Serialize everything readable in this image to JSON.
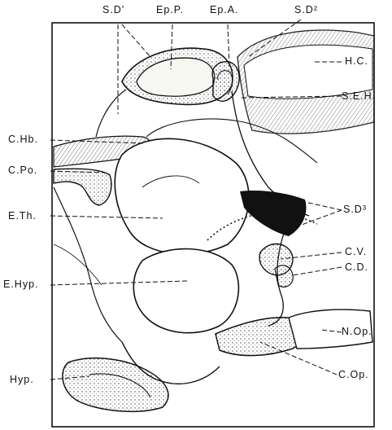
{
  "labels": {
    "sd1": "S.D'",
    "epp": "Ep.P.",
    "epa": "Ep.A.",
    "sd2": "S.D²",
    "hc": "H.C.",
    "seh": "S.E.H.",
    "chb": "C.Hb.",
    "cpo": "C.Po.",
    "eth": "E.Th.",
    "sd3": "S.D³",
    "cv": "C.V.",
    "cd": "C.D.",
    "ehyp": "E.Hyp.",
    "nop": "N.Op.",
    "hyp": "Hyp.",
    "cop": "C.Op."
  },
  "colors": {
    "ink": "#111111",
    "fill_light": "#f4f4f0",
    "stipple": "#555555"
  }
}
